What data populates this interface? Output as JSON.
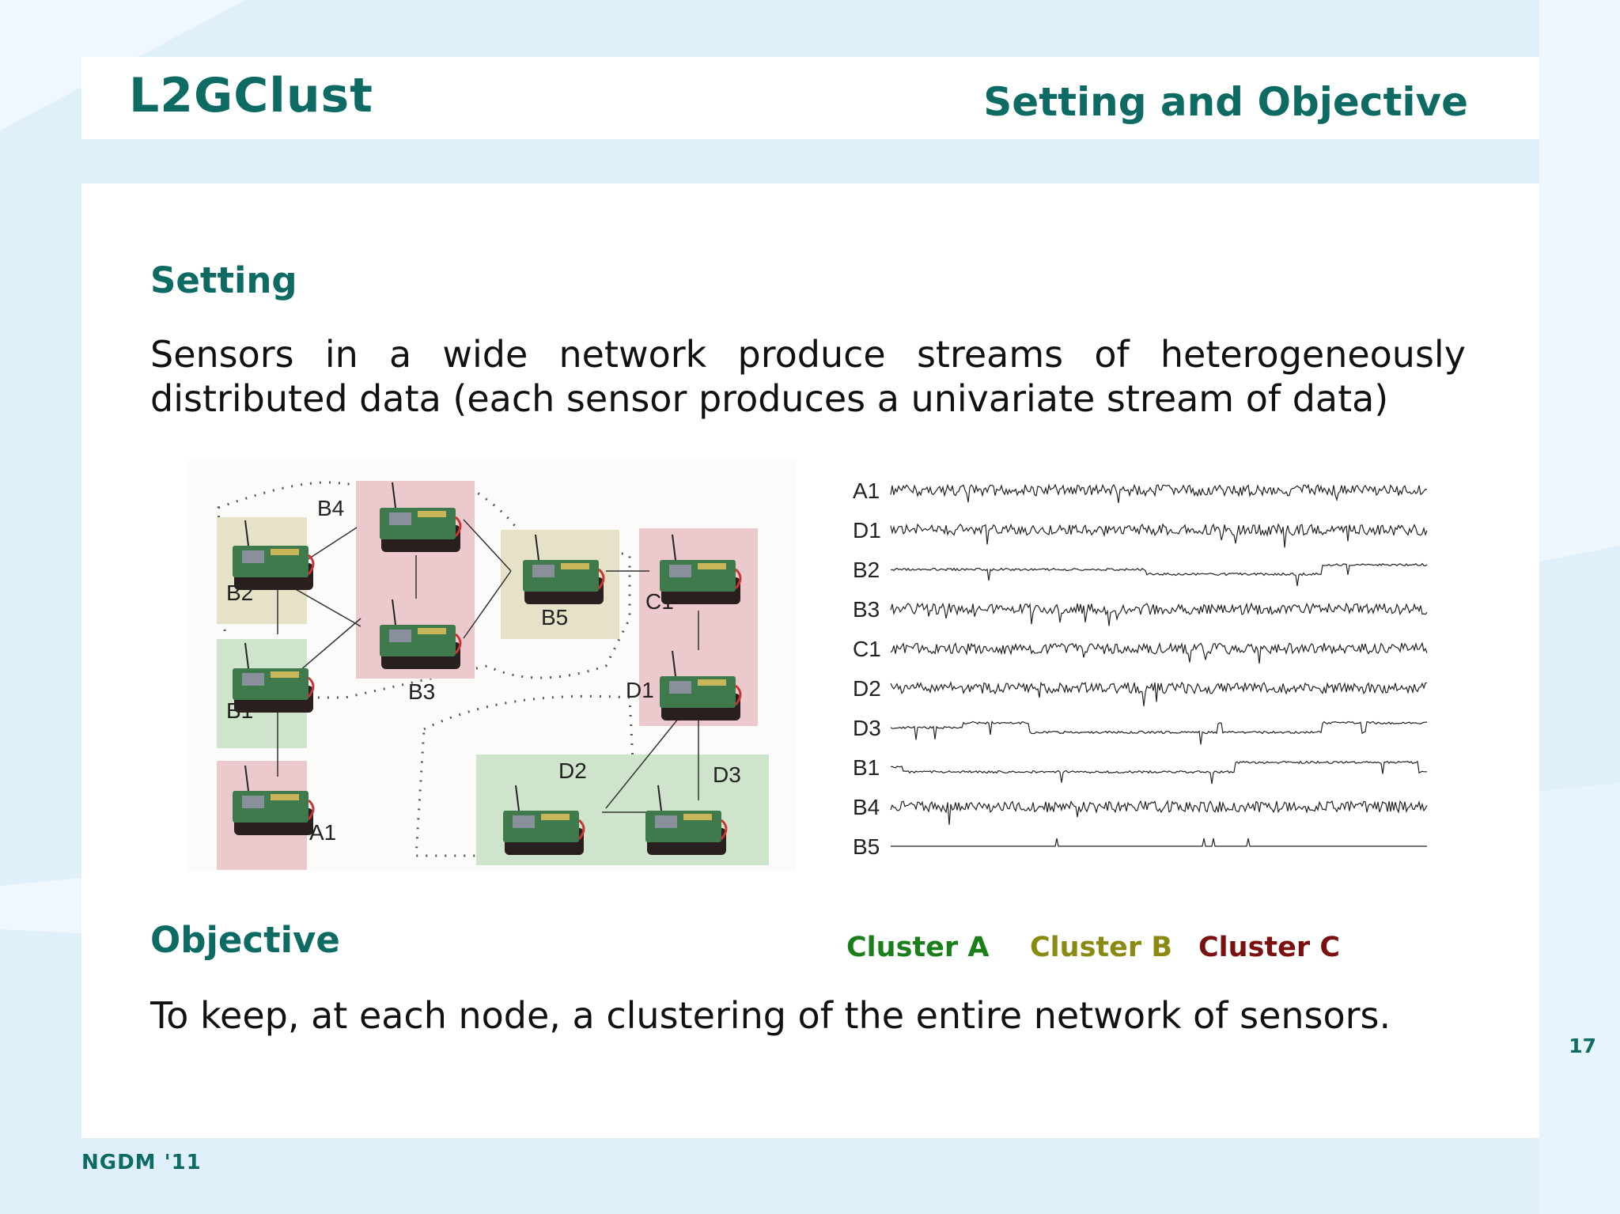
{
  "header": {
    "title": "L2GClust",
    "section_title": "Setting and Objective"
  },
  "setting": {
    "heading": "Setting",
    "line1_words": [
      "Sensors",
      "in",
      "a",
      "wide",
      "network",
      "produce",
      "streams",
      "of",
      "heterogeneously"
    ],
    "line2": "distributed data (each sensor produces a univariate stream of data)"
  },
  "network_figure": {
    "nodes": [
      "B4",
      "B2",
      "B1",
      "A1",
      "B3",
      "B5",
      "C1",
      "D1",
      "D2",
      "D3"
    ]
  },
  "stream_figure": {
    "stream_labels": [
      "A1",
      "D1",
      "B2",
      "B3",
      "C1",
      "D2",
      "D3",
      "B1",
      "B4",
      "B5"
    ]
  },
  "clusters": {
    "a": "Cluster A",
    "b": "Cluster B",
    "c": "Cluster C",
    "a_color": "#1a7f1a",
    "b_color": "#8a8a12",
    "c_color": "#7a1010"
  },
  "objective": {
    "heading": "Objective",
    "text": "To keep, at each node, a clustering of the entire network of sensors."
  },
  "page_number": "17",
  "footer": "NGDM '11"
}
